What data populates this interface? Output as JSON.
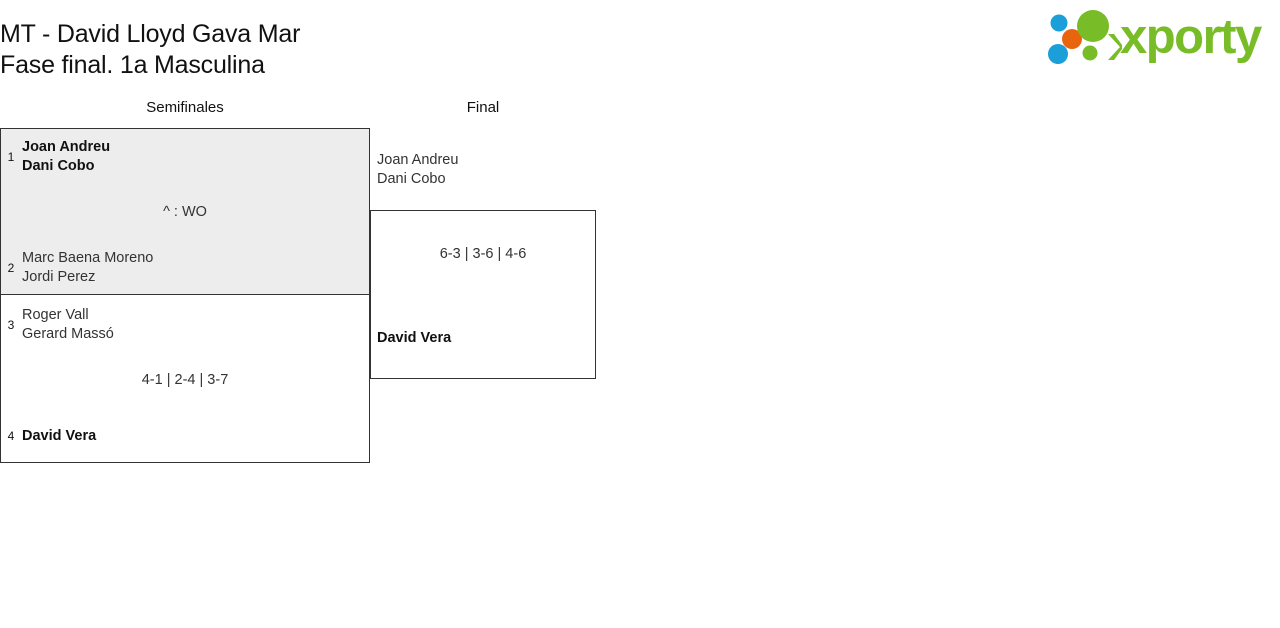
{
  "header": {
    "title": "MT - David Lloyd Gava Mar\nFase final. 1a Masculina",
    "logo": {
      "wordmark": "xporty",
      "dot_colors": {
        "blue": "#1a9fd9",
        "orange": "#e8650d",
        "green": "#78bc27"
      },
      "dots": [
        {
          "name": "dot-blue-top",
          "color": "#1a9fd9"
        },
        {
          "name": "dot-orange-middle",
          "color": "#e8650d"
        },
        {
          "name": "dot-blue-bottom",
          "color": "#1a9fd9"
        },
        {
          "name": "dot-green-large",
          "color": "#78bc27"
        },
        {
          "name": "dot-green-small",
          "color": "#78bc27"
        },
        {
          "name": "chevron-green",
          "color": "#78bc27"
        }
      ]
    }
  },
  "bracket": {
    "rounds": [
      {
        "key": "semifinals",
        "label": "Semifinales"
      },
      {
        "key": "final",
        "label": "Final"
      }
    ],
    "matches": {
      "semifinal_1": {
        "highlighted": true,
        "top": {
          "seed": "1",
          "names": "Joan Andreu\nDani Cobo",
          "winner": true
        },
        "bottom": {
          "seed": "2",
          "names": "Marc Baena Moreno\nJordi Perez",
          "winner": false
        },
        "score": "^ : WO"
      },
      "semifinal_2": {
        "highlighted": false,
        "top": {
          "seed": "3",
          "names": "Roger Vall\nGerard Massó",
          "winner": false
        },
        "bottom": {
          "seed": "4",
          "names": "David Vera",
          "winner": true
        },
        "score": "4-1 | 2-4 | 3-7"
      },
      "final": {
        "highlighted": false,
        "top": {
          "seed": "",
          "names": "Joan Andreu\nDani Cobo",
          "winner": false
        },
        "bottom": {
          "seed": "",
          "names": "David Vera",
          "winner": true
        },
        "score": "6-3 | 3-6 | 4-6"
      }
    }
  }
}
